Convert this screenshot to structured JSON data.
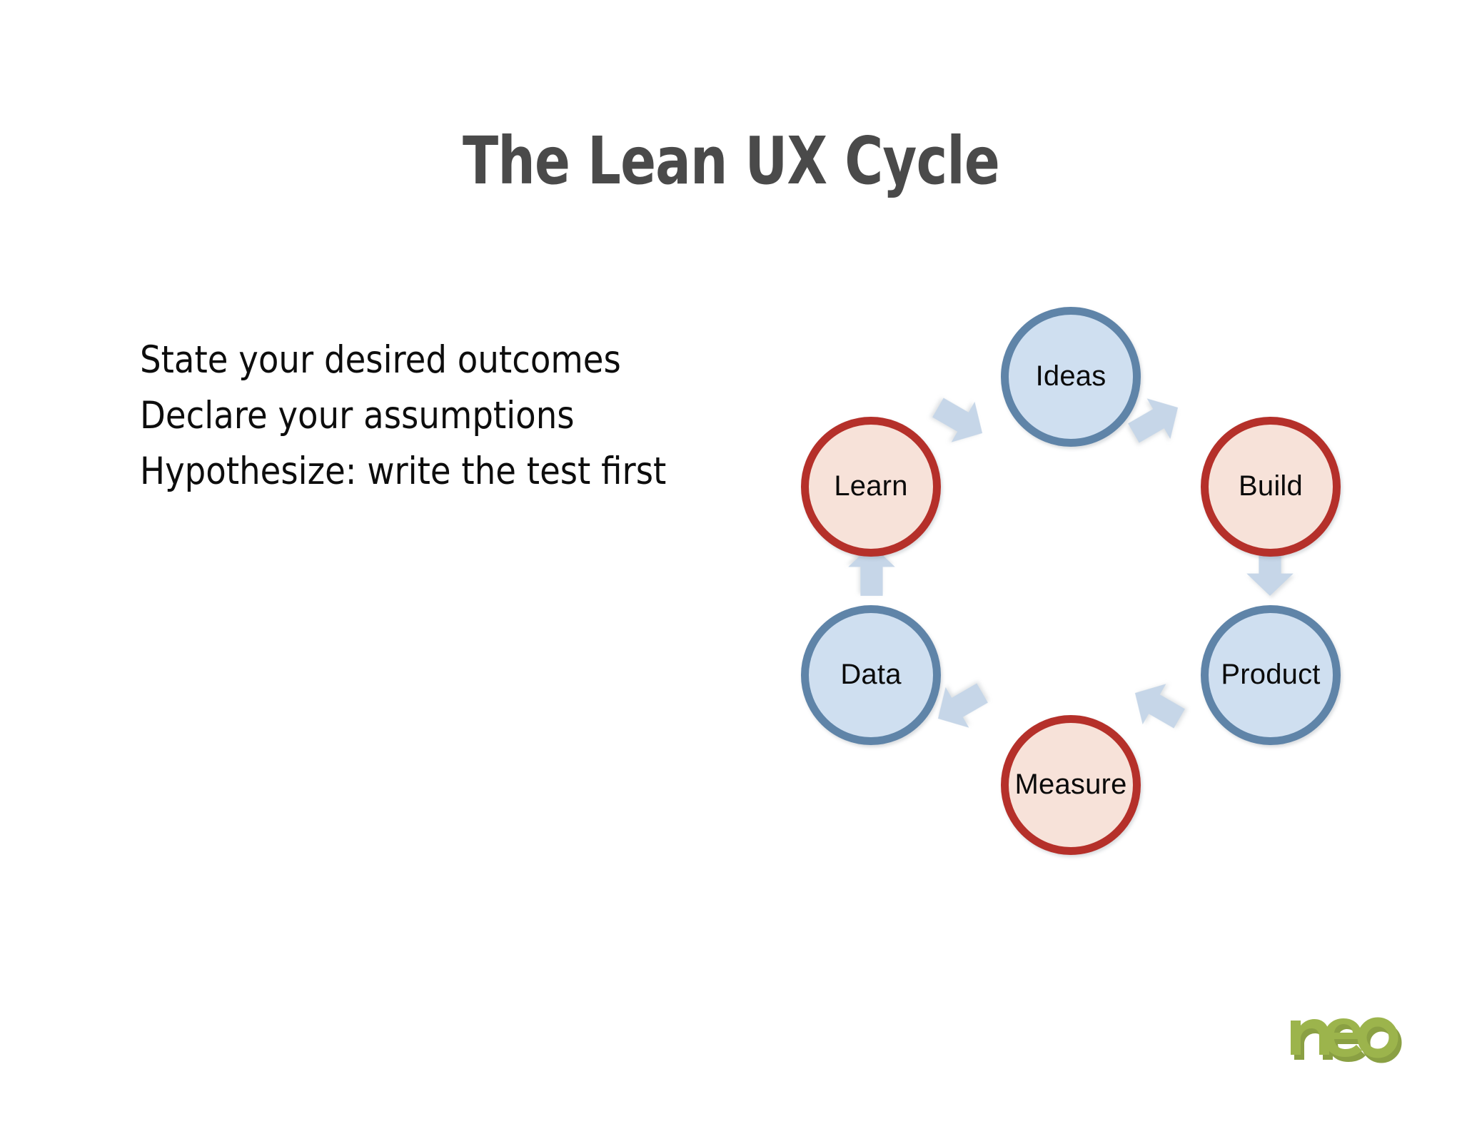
{
  "slide": {
    "title": "The Lean UX Cycle",
    "background_color": "#ffffff",
    "title_color": "#4a4a4a"
  },
  "body": {
    "lines": [
      "State your desired outcomes",
      "Declare your assumptions",
      "Hypothesize: write the test first"
    ],
    "text_color": "#0d0d0d"
  },
  "diagram": {
    "type": "cycle",
    "direction": "clockwise",
    "nodes": [
      {
        "id": "ideas",
        "label": "Ideas",
        "style": "blue",
        "fill": "#cfdff0",
        "stroke": "#5f84a8",
        "position": "top"
      },
      {
        "id": "build",
        "label": "Build",
        "style": "red",
        "fill": "#f7e2d9",
        "stroke": "#b5302a",
        "position": "upper-right"
      },
      {
        "id": "product",
        "label": "Product",
        "style": "blue",
        "fill": "#cfdff0",
        "stroke": "#5f84a8",
        "position": "lower-right"
      },
      {
        "id": "measure",
        "label": "Measure",
        "style": "red",
        "fill": "#f7e2d9",
        "stroke": "#b5302a",
        "position": "bottom"
      },
      {
        "id": "data",
        "label": "Data",
        "style": "blue",
        "fill": "#cfdff0",
        "stroke": "#5f84a8",
        "position": "lower-left"
      },
      {
        "id": "learn",
        "label": "Learn",
        "style": "red",
        "fill": "#f7e2d9",
        "stroke": "#b5302a",
        "position": "upper-left"
      }
    ],
    "arrows": [
      {
        "id": "ideas-build",
        "from": "Ideas",
        "to": "Build",
        "icon": "block-arrow-icon"
      },
      {
        "id": "build-product",
        "from": "Build",
        "to": "Product",
        "icon": "block-arrow-icon"
      },
      {
        "id": "product-measure",
        "from": "Product",
        "to": "Measure",
        "icon": "block-arrow-icon"
      },
      {
        "id": "measure-data",
        "from": "Measure",
        "to": "Data",
        "icon": "block-arrow-icon"
      },
      {
        "id": "data-learn",
        "from": "Data",
        "to": "Learn",
        "icon": "block-arrow-icon"
      },
      {
        "id": "learn-ideas",
        "from": "Learn",
        "to": "Ideas",
        "icon": "block-arrow-icon"
      }
    ],
    "arrow_color": "#c6d6e8"
  },
  "logo": {
    "text": "neo",
    "color": "#9cb44c",
    "shadow_color": "#8aa043"
  }
}
